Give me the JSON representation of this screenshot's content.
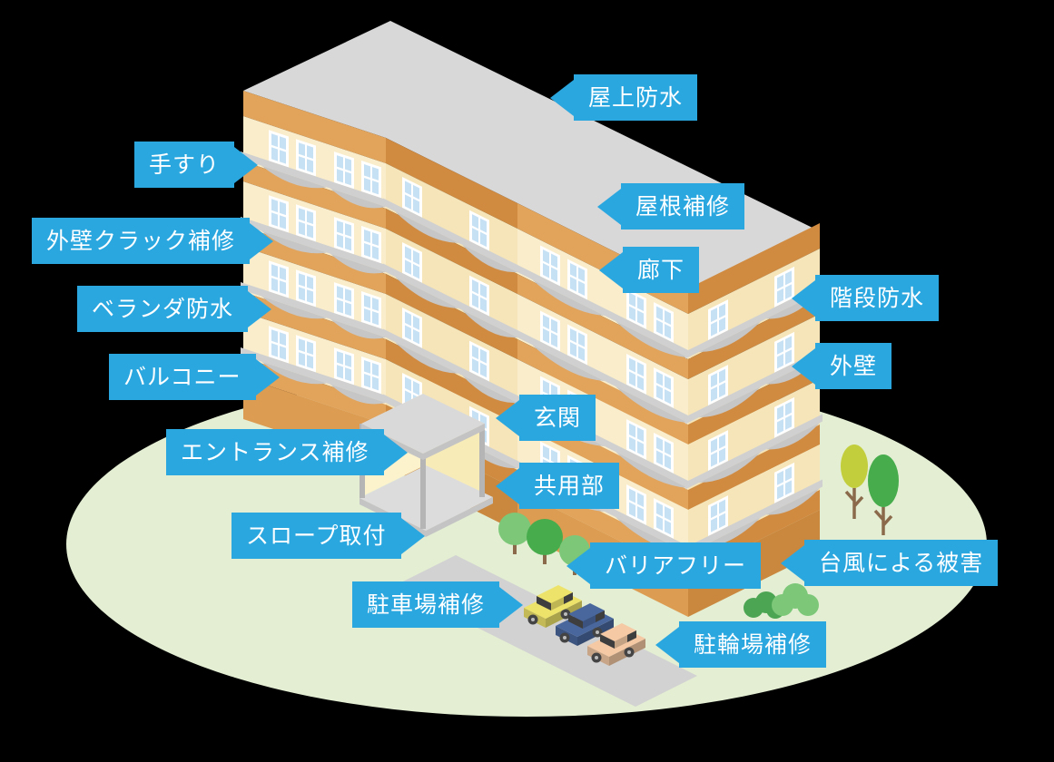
{
  "labels": [
    {
      "text": "屋上防水"
    },
    {
      "text": "手すり"
    },
    {
      "text": "外壁クラック補修"
    },
    {
      "text": "ベランダ防水"
    },
    {
      "text": "バルコニー"
    },
    {
      "text": "エントランス補修"
    },
    {
      "text": "スロープ取付"
    },
    {
      "text": "駐車場補修"
    },
    {
      "text": "屋根補修"
    },
    {
      "text": "廊下"
    },
    {
      "text": "階段防水"
    },
    {
      "text": "外壁"
    },
    {
      "text": "玄関"
    },
    {
      "text": "共用部"
    },
    {
      "text": "バリアフリー"
    },
    {
      "text": "台風による被害"
    },
    {
      "text": "駐輪場補修"
    }
  ],
  "colors": {
    "label_bg": "#2BA7E0",
    "label_text": "#FFFFFF",
    "background": "#000000",
    "ground": "#E3EED3",
    "roof": "#D8D8D8",
    "band_light": "#E2A35A",
    "band_dark": "#D18B41",
    "wall_light": "#FAEDCB",
    "wall_dark": "#F6E5B8",
    "ground_floor_light": "#DC9C52",
    "ground_floor_dark": "#C9883E",
    "window_pane": "#C7E1F4",
    "window_frame": "#FFFFFF",
    "ledge": "#D0D0D0",
    "balcony": "#C6C6C6",
    "parking": "#D2D2D2",
    "tree_green": "#47AC4C",
    "tree_light_green": "#7EC877",
    "tree_yellow_green": "#C2CE3B",
    "trunk": "#8A6A4A",
    "bush_dark": "#4CA553",
    "bush_light": "#7CC878",
    "car_yellow": "#EEE36A",
    "car_blue": "#49679C",
    "car_peach": "#F4C9A4",
    "car_glass": "#3E3E3E",
    "wheel": "#444444",
    "wheel_hub": "#BBBBBB",
    "canopy": "#D9D9D9",
    "canopy_side": "#C3C3C3",
    "pillar": "#B5B5B5",
    "entrance_glow": "#FCF3CD",
    "entrance_glow2": "#F7EBB8",
    "platform": "#DCDCDC",
    "platform_side": "#C4C4C4"
  }
}
